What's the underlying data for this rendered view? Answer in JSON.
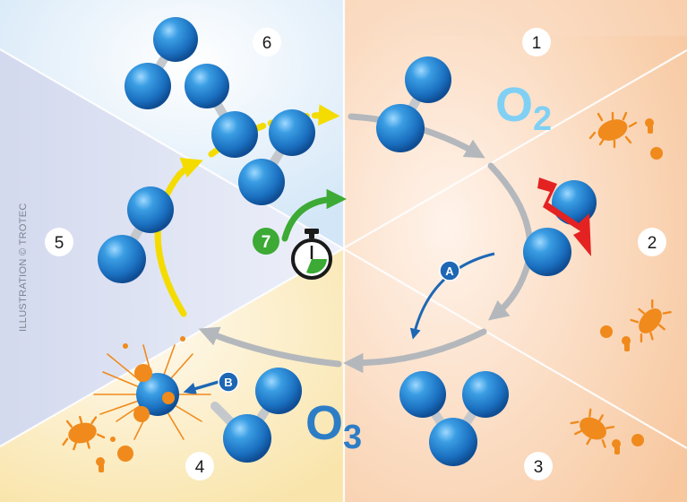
{
  "credit": "ILLUSTRATION © TROTEC",
  "steps": [
    "1",
    "2",
    "3",
    "4",
    "5",
    "6"
  ],
  "timer_badge": "7",
  "marker_a": "A",
  "marker_b": "B",
  "formula_o2": {
    "symbol": "O",
    "sub": "2"
  },
  "formula_o3": {
    "symbol": "O",
    "sub": "3"
  },
  "colors": {
    "atom": "#1f86d2",
    "bond": "#c4c8cc",
    "cycle_arrow": "#b4b8bc",
    "regen_arrow": "#f4dc00",
    "timer_green": "#3caa35",
    "lightning": "#e42222",
    "bacteria": "#f08a1c",
    "o2_text": "#7fd0f4",
    "o3_text": "#2d7dc6",
    "marker_blue": "#1d67b4"
  },
  "icons": [
    "lightning-icon",
    "stopwatch-icon",
    "bacteria-icon",
    "explosion-icon"
  ]
}
